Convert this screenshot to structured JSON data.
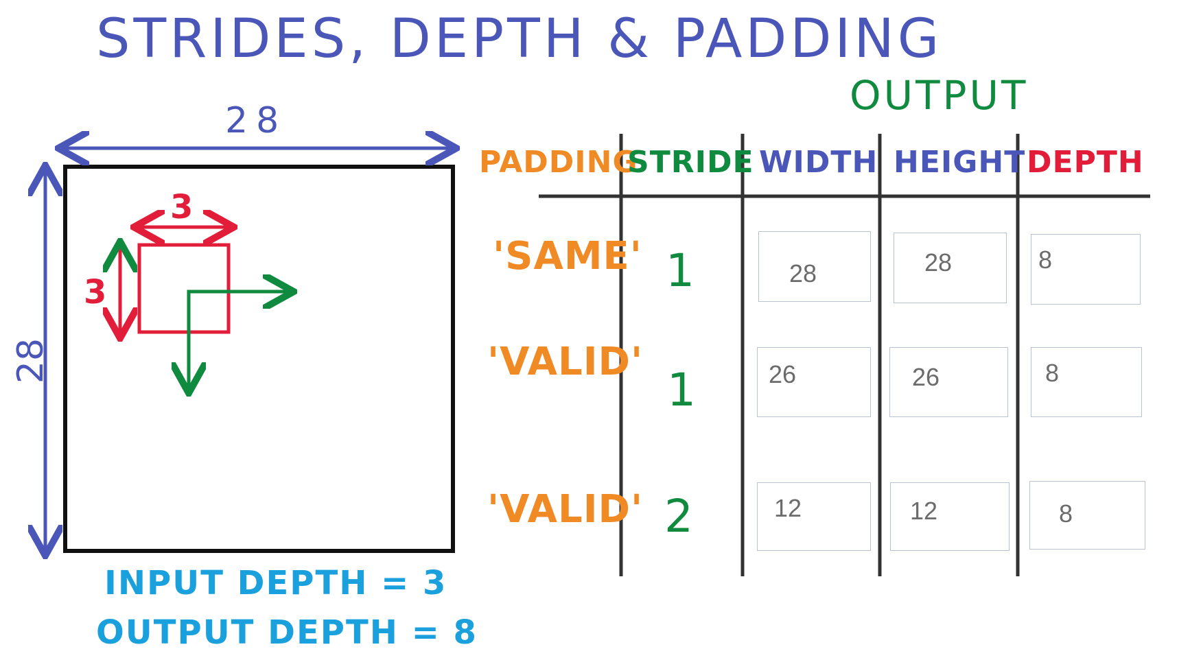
{
  "title": "STRIDES, DEPTH & PADDING",
  "output_heading": "OUTPUT",
  "headers": {
    "padding": "PADDING",
    "stride": "STRIDE",
    "width": "WIDTH",
    "height": "HEIGHT",
    "depth": "DEPTH"
  },
  "rows": [
    {
      "padding": "'SAME'",
      "stride": "1",
      "width": "28",
      "height": "28",
      "depth": "8"
    },
    {
      "padding": "'VALID'",
      "stride": "1",
      "width": "26",
      "height": "26",
      "depth": "8"
    },
    {
      "padding": "'VALID'",
      "stride": "2",
      "width": "12",
      "height": "12",
      "depth": "8"
    }
  ],
  "input_diagram": {
    "width_label": "28",
    "height_label": "28",
    "filter_width_label": "3",
    "filter_height_label": "3"
  },
  "notes": {
    "input_depth": "INPUT DEPTH = 3",
    "output_depth": "OUTPUT DEPTH = 8"
  },
  "colors": {
    "blue": "#4a56b8",
    "green": "#0f8a3e",
    "orange": "#f08a24",
    "red": "#e11d3a",
    "cyan": "#1aa0dc"
  }
}
